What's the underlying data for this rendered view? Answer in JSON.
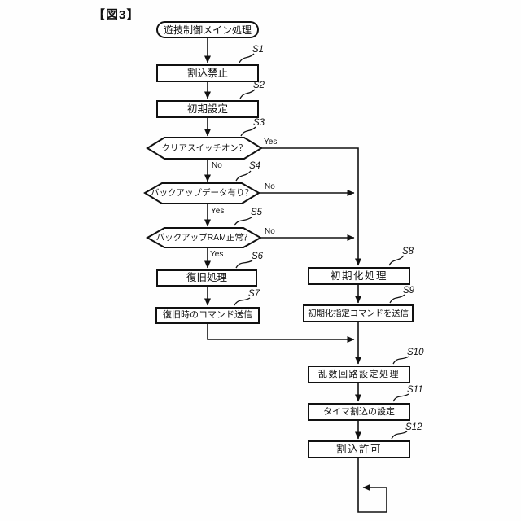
{
  "figure_label": "【図3】",
  "flowchart": {
    "start_label": "遊技制御メイン処理",
    "nodes": [
      {
        "id": "S1",
        "type": "process",
        "label": "割込禁止"
      },
      {
        "id": "S2",
        "type": "process",
        "label": "初期設定"
      },
      {
        "id": "S3",
        "type": "decision",
        "label": "クリアスイッチオン？"
      },
      {
        "id": "S4",
        "type": "decision",
        "label": "バックアップデータ有り？"
      },
      {
        "id": "S5",
        "type": "decision",
        "label": "バックアップRAM正常？"
      },
      {
        "id": "S6",
        "type": "process",
        "label": "復旧処理"
      },
      {
        "id": "S7",
        "type": "process",
        "label": "復旧時のコマンド送信"
      },
      {
        "id": "S8",
        "type": "process",
        "label": "初期化処理"
      },
      {
        "id": "S9",
        "type": "process",
        "label": "初期化指定コマンドを送信"
      },
      {
        "id": "S10",
        "type": "process",
        "label": "乱数回路設定処理"
      },
      {
        "id": "S11",
        "type": "process",
        "label": "タイマ割込の設定"
      },
      {
        "id": "S12",
        "type": "process",
        "label": "割込許可"
      }
    ],
    "edge_labels": {
      "s3_yes": "Yes",
      "s3_no": "No",
      "s4_no": "No",
      "s4_yes": "Yes",
      "s5_no": "No",
      "s5_yes": "Yes"
    }
  }
}
